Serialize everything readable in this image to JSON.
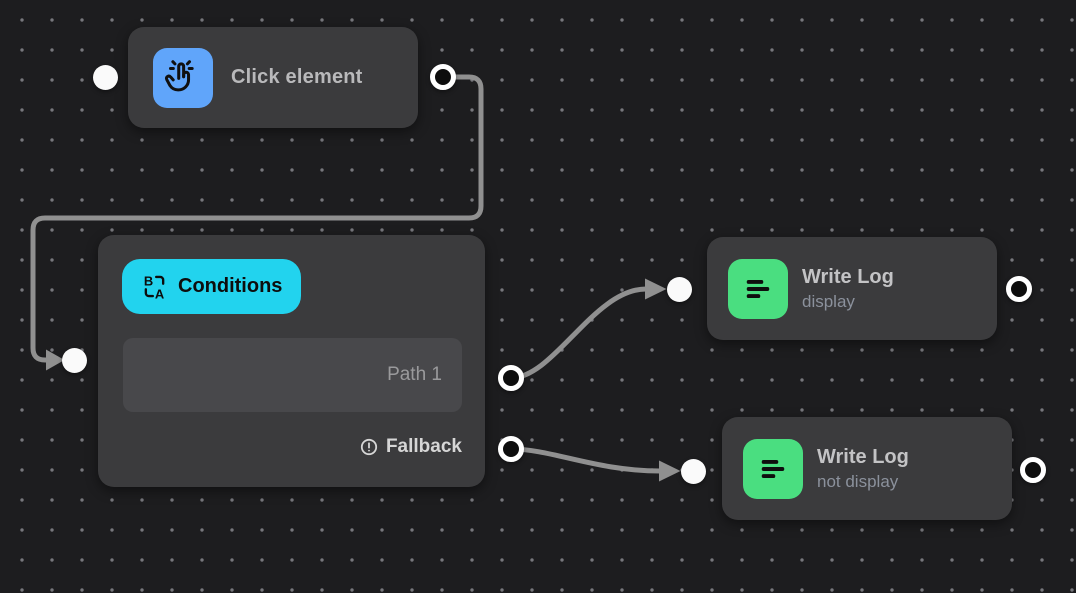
{
  "canvas": {
    "type": "workflow-editor",
    "colors": {
      "canvas_bg": "#1d1d1f",
      "grid_dot": "#77777c",
      "node_bg": "#3b3b3d",
      "edge": "#909090",
      "click_icon_bg": "#60a5fa",
      "conditions_badge_bg": "#22d3ee",
      "write_log_icon_bg": "#4ade80",
      "path_box_bg": "#48484b"
    }
  },
  "nodes": {
    "click_element": {
      "title": "Click element",
      "icon": "hand-click-icon"
    },
    "conditions": {
      "badge_label": "Conditions",
      "icon": "ab-compare-icon",
      "paths": [
        {
          "label": "Path 1"
        }
      ],
      "fallback_label": "Fallback",
      "fallback_icon": "alert-circle-icon"
    },
    "write_log_display": {
      "title": "Write Log",
      "subtitle": "display",
      "icon": "align-left-icon"
    },
    "write_log_not_display": {
      "title": "Write Log",
      "subtitle": "not display",
      "icon": "align-left-icon"
    }
  },
  "connections": [
    {
      "from": "click_element.output",
      "to": "conditions.input"
    },
    {
      "from": "conditions.path_1.output",
      "to": "write_log_display.input"
    },
    {
      "from": "conditions.fallback.output",
      "to": "write_log_not_display.input"
    }
  ]
}
